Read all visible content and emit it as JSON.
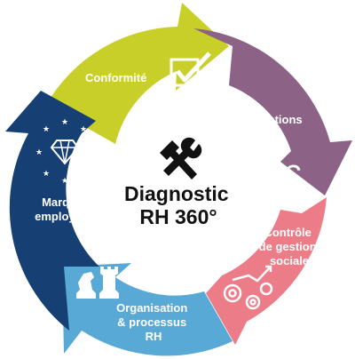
{
  "center": {
    "title_line1": "Diagnostic",
    "title_line2": "RH 360°",
    "icon": "tools-icon"
  },
  "segments": [
    {
      "id": "conformite",
      "label_lines": [
        "Conformité"
      ],
      "color": "#c8cf28",
      "icon": "checkbox-icon"
    },
    {
      "id": "remunerations",
      "label_lines": [
        "Rémunérations"
      ],
      "color": "#8c6386",
      "icon": "euro-icon"
    },
    {
      "id": "controle",
      "label_lines": [
        "Contrôle",
        "de gestion",
        "sociale"
      ],
      "color": "#ec7c87",
      "icon": "gears-growth-icon"
    },
    {
      "id": "organisation",
      "label_lines": [
        "Organisation",
        "& processus",
        "RH"
      ],
      "color": "#58a9d6",
      "icon": "chess-icon"
    },
    {
      "id": "marque",
      "label_lines": [
        "Marque",
        "employeur"
      ],
      "color": "#163f73",
      "icon": "diamond-stars-icon"
    }
  ],
  "colors": {
    "background": "#ffffff",
    "center_fill": "#ffffff",
    "text": "#111111"
  }
}
